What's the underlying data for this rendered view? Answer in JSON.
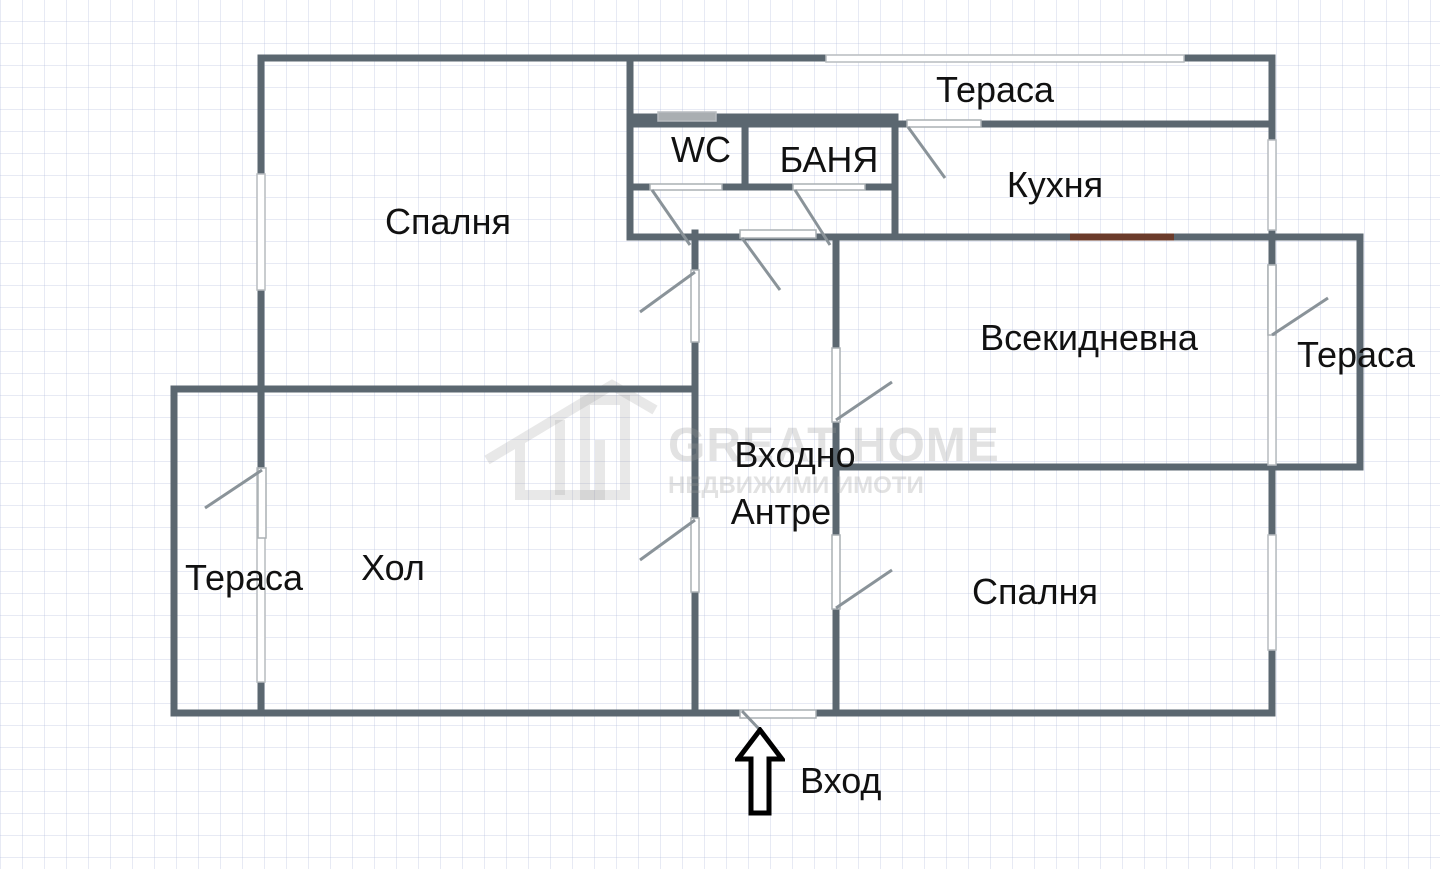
{
  "plan": {
    "rooms": {
      "bedroom_1": "Спалня",
      "bedroom_2": "Спалня",
      "terrace_top": "Тераса",
      "terrace_right": "Тераса",
      "terrace_left": "Тераса",
      "wc": "WC",
      "bathroom": "БАНЯ",
      "kitchen": "Кухня",
      "living_room": "Всекидневна",
      "entrance_hall_line1": "Входно",
      "entrance_hall_line2": "Антре",
      "hall": "Хол"
    },
    "entrance_label": "Вход",
    "entrance_icon": "up-arrow-icon"
  },
  "watermark": {
    "brand": "GREAT HOME",
    "tagline": "НЕДВИЖИМИ ИМОТИ",
    "icon": "house-logo-icon"
  },
  "colors": {
    "wall": "#5b6770",
    "window": "#c8cdd0",
    "door_leaf": "#8a9399",
    "kitchen_wall_accent": "#6b3b2a"
  }
}
